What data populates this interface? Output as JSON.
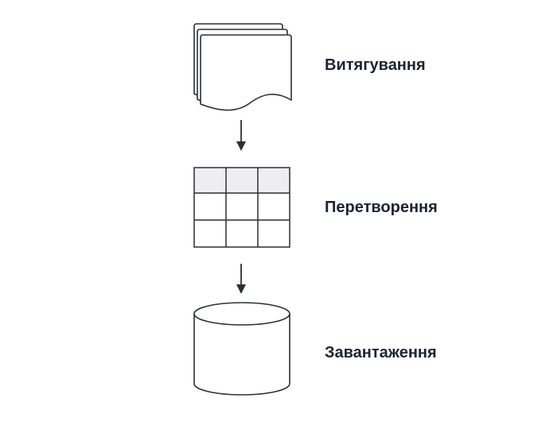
{
  "steps": [
    {
      "id": "extract",
      "label": "Витягування",
      "icon": "documents-icon"
    },
    {
      "id": "transform",
      "label": "Перетворення",
      "icon": "table-icon"
    },
    {
      "id": "load",
      "label": "Завантаження",
      "icon": "database-icon"
    }
  ],
  "colors": {
    "stroke": "#2b2f38",
    "header_fill": "#eeeef0",
    "text": "#1b2433",
    "background": "#ffffff"
  }
}
